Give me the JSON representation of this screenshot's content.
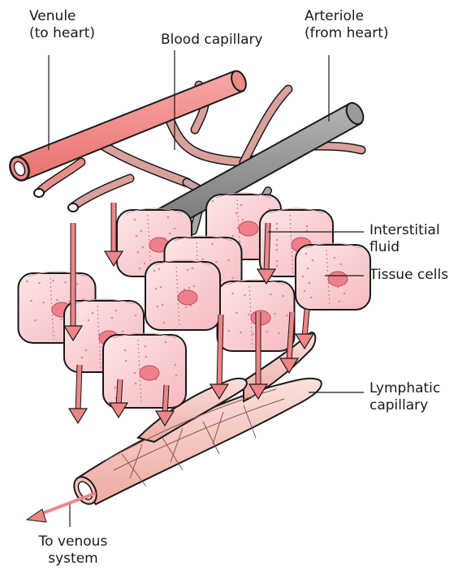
{
  "labels": {
    "venule": {
      "line1": "Venule",
      "line2": "(to heart)"
    },
    "blood_capillary": "Blood capillary",
    "arteriole": {
      "line1": "Arteriole",
      "line2": "(from heart)"
    },
    "interstitial_fluid": {
      "line1": "Interstitial",
      "line2": "fluid"
    },
    "tissue_cells": "Tissue cells",
    "lymphatic_capillary": {
      "line1": "Lymphatic",
      "line2": "capillary"
    },
    "to_venous_system": {
      "line1": "To venous",
      "line2": "system"
    }
  },
  "colors": {
    "venule": "#f08a88",
    "arteriole": "#8f8f8f",
    "tissue_cell": "#fbd3d6",
    "nucleus": "#f07f8c",
    "flow_arrow": "#ef8588",
    "lymphatic": "#f6c2bd"
  }
}
